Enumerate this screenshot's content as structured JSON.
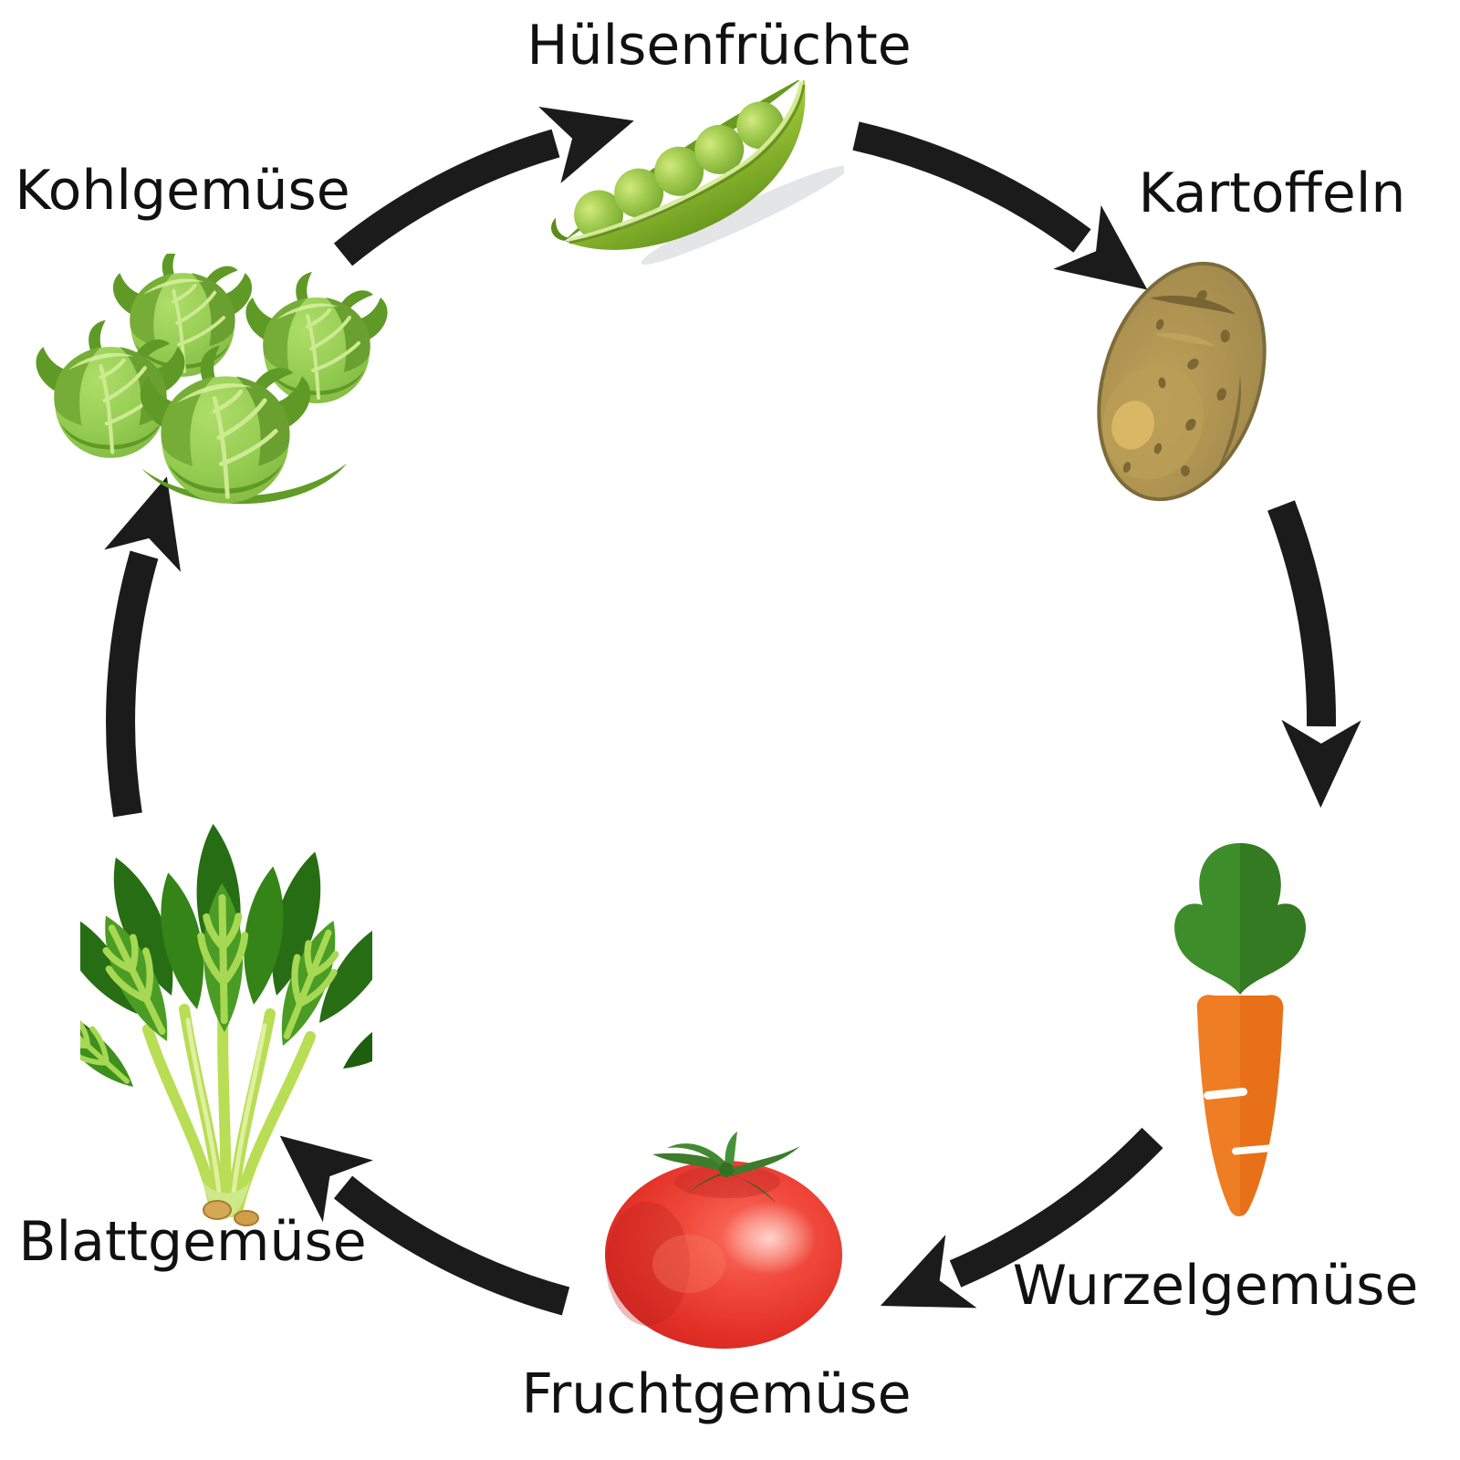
{
  "diagram": {
    "type": "cycle",
    "language": "de",
    "background": "#ffffff",
    "arrow_color": "#1b1b1b",
    "nodes": [
      {
        "id": "huelsenfruechte",
        "label": "Hülsenfrüchte",
        "icon": "pea-pod-icon",
        "position": "top"
      },
      {
        "id": "kartoffeln",
        "label": "Kartoffeln",
        "icon": "potato-icon",
        "position": "upper-right"
      },
      {
        "id": "wurzelgemuese",
        "label": "Wurzelgemüse",
        "icon": "carrot-icon",
        "position": "lower-right"
      },
      {
        "id": "fruchtgemuese",
        "label": "Fruchtgemüse",
        "icon": "tomato-icon",
        "position": "bottom"
      },
      {
        "id": "blattgemuese",
        "label": "Blattgemüse",
        "icon": "spinach-icon",
        "position": "lower-left"
      },
      {
        "id": "kohlgemuese",
        "label": "Kohlgemüse",
        "icon": "cabbage-icon",
        "position": "upper-left"
      }
    ],
    "edges": [
      {
        "from": "Kohlgemüse",
        "to": "Hülsenfrüchte"
      },
      {
        "from": "Hülsenfrüchte",
        "to": "Kartoffeln"
      },
      {
        "from": "Kartoffeln",
        "to": "Wurzelgemüse"
      },
      {
        "from": "Wurzelgemüse",
        "to": "Fruchtgemüse"
      },
      {
        "from": "Fruchtgemüse",
        "to": "Blattgemüse"
      },
      {
        "from": "Blattgemüse",
        "to": "Kohlgemüse"
      }
    ],
    "colors": {
      "pea_green": "#8ab82e",
      "cabbage_green": "#8fc74f",
      "potato_brown": "#a28d4c",
      "carrot_orange": "#ee7c23",
      "carrot_leaf_green": "#3b8428",
      "tomato_red": "#e8352b",
      "spinach_green": "#2f7a1c"
    }
  }
}
